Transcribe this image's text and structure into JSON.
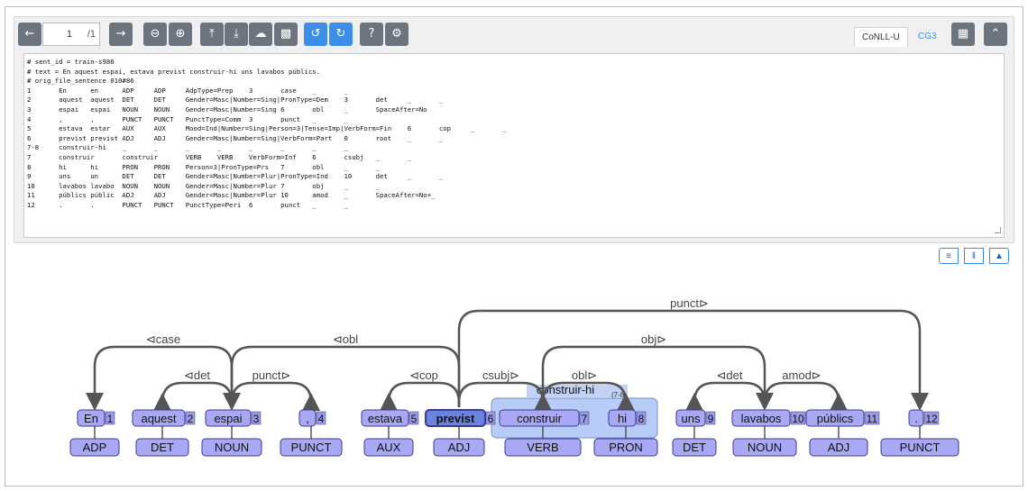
{
  "toolbar": {
    "prev_icon": "arrow-left-icon",
    "page_current": "1",
    "page_total": "/1",
    "next_icon": "arrow-right-icon",
    "zoom_out_icon": "minus-circle-icon",
    "zoom_in_icon": "plus-circle-icon",
    "upload_icon": "upload-icon",
    "download_icon": "download-icon",
    "cloud_icon": "cloud-upload-icon",
    "trash_icon": "trash-icon",
    "undo_icon": "undo-icon",
    "redo_icon": "redo-icon",
    "help_icon": "question-icon",
    "settings_icon": "gear-icon"
  },
  "tabs": {
    "conllu": "CoNLL-U",
    "cg3": "CG3"
  },
  "conllu_text": "# sent_id = train-s986\n# text = En aquest espai, estava previst construir-hi uns lavabos públics.\n# orig_file_sentence 010#86\n1       En      en      ADP     ADP     AdpType=Prep    3       case    _       _\n2       aquest  aquest  DET     DET     Gender=Masc|Number=Sing|PronType=Dem    3       det     _       _\n3       espai   espai   NOUN    NOUN    Gender=Masc|Number=Sing 6       obl     _       SpaceAfter=No\n4       ,       ,       PUNCT   PUNCT   PunctType=Comm  3       punct   _       _\n5       estava  estar   AUX     AUX     Mood=Ind|Number=Sing|Person=3|Tense=Imp|VerbForm=Fin    6       cop     _       _\n6       previst previst ADJ     ADJ     Gender=Masc|Number=Sing|VerbForm=Part   0       root    _       _\n7-8     construir-hi    _       _       _       _       _       _       _       _\n7       construir       construir       VERB    VERB    VerbForm=Inf    6       csubj   _       _\n8       hi      hi      PRON    PRON    Person=3|PronType=Prs   7       obl     _       _\n9       uns     un      DET     DET     Gender=Masc|Number=Plur|PronType=Ind    10      det     _       _\n10      lavabos lavabo  NOUN    NOUN    Gender=Masc|Number=Plur 7       obj     _       _\n11      públics públic  ADJ     ADJ     Gender=Masc|Number=Plur 10      amod    _       SpaceAfter=No+_\n12      .       .       PUNCT   PUNCT   PunctType=Peri  6       punct   _       _",
  "view_buttons": [
    "align-right-icon",
    "columns-icon",
    "tree-icon"
  ],
  "graph": {
    "tokens": [
      {
        "form": "En",
        "id": "1",
        "upos": "ADP"
      },
      {
        "form": "aquest",
        "id": "2",
        "upos": "DET"
      },
      {
        "form": "espai",
        "id": "3",
        "upos": "NOUN"
      },
      {
        "form": ",",
        "id": "4",
        "upos": "PUNCT"
      },
      {
        "form": "estava",
        "id": "5",
        "upos": "AUX"
      },
      {
        "form": "previst",
        "id": "6",
        "upos": "ADJ",
        "root": true
      },
      {
        "form": "construir",
        "id": "7",
        "upos": "VERB"
      },
      {
        "form": "hi",
        "id": "8",
        "upos": "PRON"
      },
      {
        "form": "uns",
        "id": "9",
        "upos": "DET"
      },
      {
        "form": "lavabos",
        "id": "10",
        "upos": "NOUN"
      },
      {
        "form": "públics",
        "id": "11",
        "upos": "ADJ"
      },
      {
        "form": ".",
        "id": "12",
        "upos": "PUNCT"
      }
    ],
    "multiword": {
      "form": "construir-hi",
      "range": "(7-8)"
    },
    "arcs": [
      {
        "label": "⊲case",
        "from": "3",
        "to": "1"
      },
      {
        "label": "⊲det",
        "from": "3",
        "to": "2"
      },
      {
        "label": "punct⊳",
        "from": "3",
        "to": "4"
      },
      {
        "label": "⊲obl",
        "from": "6",
        "to": "3"
      },
      {
        "label": "⊲cop",
        "from": "6",
        "to": "5"
      },
      {
        "label": "csubj⊳",
        "from": "6",
        "to": "7"
      },
      {
        "label": "obl⊳",
        "from": "7",
        "to": "8"
      },
      {
        "label": "obj⊳",
        "from": "7",
        "to": "10"
      },
      {
        "label": "⊲det",
        "from": "10",
        "to": "9"
      },
      {
        "label": "amod⊳",
        "from": "10",
        "to": "11"
      },
      {
        "label": "punct⊳",
        "from": "6",
        "to": "12"
      }
    ]
  }
}
